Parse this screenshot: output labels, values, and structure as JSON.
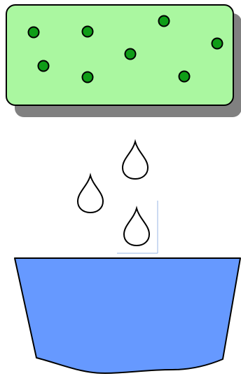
{
  "colors": {
    "background": "#ffffff",
    "box_fill": "#aaf7a0",
    "box_shadow": "#808080",
    "particle_fill": "#0f9d17",
    "drop_fill": "#ffffff",
    "basin_fill": "#6699ff",
    "outline": "#000000",
    "guide_line": "#99b7e6"
  },
  "icons": {
    "particle": "green-particle-dot",
    "drop": "water-droplet-outline",
    "basin": "water-basin"
  }
}
